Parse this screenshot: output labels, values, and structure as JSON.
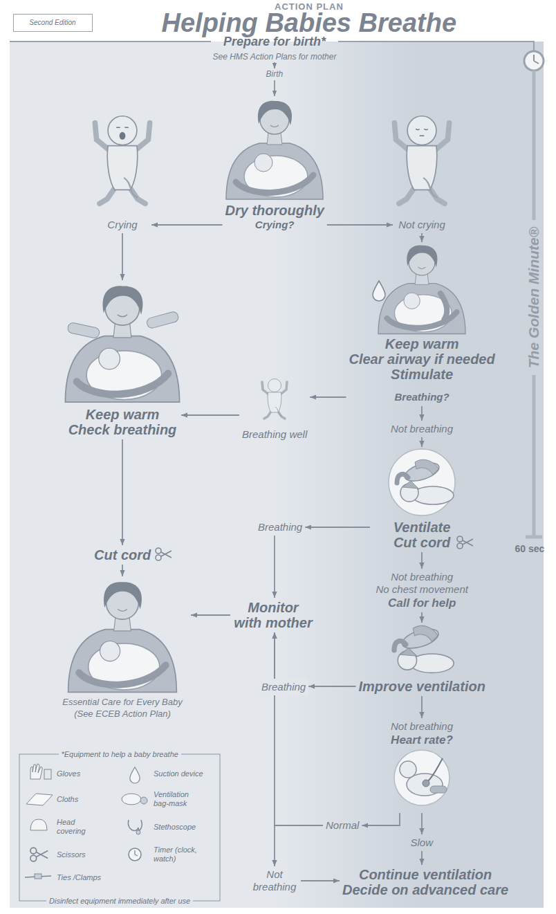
{
  "diagram": {
    "title": "Helping Babies Breathe",
    "nodes": [
      {
        "text": [
          "Second Edition"
        ]
      },
      {
        "text": [
          "Dry thoroughly",
          "Crying?"
        ]
      },
      {
        "text": [
          "Crying"
        ]
      },
      {
        "text": [
          "Not crying"
        ]
      },
      {
        "text": [
          "Keep warm",
          "Clear airway if needed",
          "Stimulate",
          "Breathing?"
        ]
      },
      {
        "text": [
          "Keep warm",
          "Check breathing"
        ]
      },
      {
        "text": [
          "Breathing well"
        ]
      },
      {
        "text": [
          "Not breathing"
        ]
      },
      {
        "text": [
          "Ventilate",
          "Cut cord"
        ]
      },
      {
        "text": [
          "Breathing"
        ]
      },
      {
        "text": [
          "Cut cord"
        ]
      },
      {
        "text": [
          "Monitor with mother"
        ]
      },
      {
        "text": [
          "Essential Care for Every Baby (See ECEB Action Plan)"
        ]
      },
      {
        "text": [
          "Not breathing",
          "No chest movement",
          "Call for help"
        ]
      },
      {
        "text": [
          "Improve ventilation"
        ]
      },
      {
        "text": [
          "Breathing"
        ]
      },
      {
        "text": [
          "Not breathing",
          "Heart rate?"
        ]
      },
      {
        "text": [
          "Normal"
        ]
      },
      {
        "text": [
          "Slow"
        ]
      },
      {
        "text": [
          "Not breathing"
        ]
      },
      {
        "text": [
          "Continue ventilation",
          "Decide on advanced care"
        ]
      }
    ],
    "edges": [
      {
        "from": 1,
        "to": 2,
        "arrow": "to"
      },
      {
        "from": 1,
        "to": 3,
        "arrow": "to"
      },
      {
        "from": 2,
        "to": 5,
        "arrow": "to"
      },
      {
        "from": 3,
        "to": 4,
        "arrow": "to"
      },
      {
        "from": 4,
        "to": 6,
        "arrow": "to"
      },
      {
        "from": 6,
        "to": 5,
        "arrow": "to"
      },
      {
        "from": 4,
        "to": 7,
        "arrow": "to"
      },
      {
        "from": 7,
        "to": 8,
        "arrow": "to"
      },
      {
        "from": 8,
        "to": 9,
        "arrow": "to"
      },
      {
        "from": 9,
        "to": 11,
        "arrow": "to"
      },
      {
        "from": 5,
        "to": 10,
        "arrow": "to"
      },
      {
        "from": 10,
        "to": 12,
        "arrow": "to"
      },
      {
        "from": 11,
        "to": 12,
        "arrow": "to"
      },
      {
        "from": 8,
        "to": 13,
        "arrow": "to"
      },
      {
        "from": 13,
        "to": 14,
        "arrow": "to"
      },
      {
        "from": 14,
        "to": 15,
        "arrow": "to"
      },
      {
        "from": 15,
        "to": 11,
        "arrow": "to"
      },
      {
        "from": 14,
        "to": 16,
        "arrow": "to"
      },
      {
        "from": 16,
        "to": 17,
        "arrow": "to"
      },
      {
        "from": 17,
        "to": 11,
        "arrow": "to"
      },
      {
        "from": 17,
        "to": 19,
        "arrow": "to"
      },
      {
        "from": 16,
        "to": 18,
        "arrow": "to"
      },
      {
        "from": 18,
        "to": 20,
        "arrow": "to"
      },
      {
        "from": 19,
        "to": 20,
        "arrow": "to"
      }
    ],
    "labels": [
      "ACTION PLAN",
      "Prepare for birth*",
      "See HMS Action Plans for mother",
      "Birth",
      "The Golden Minute®",
      "60 sec",
      "*Equipment to help a baby breathe",
      "Disinfect equipment immediately after use"
    ],
    "legend": [
      {
        "text": "Gloves"
      },
      {
        "text": "Cloths"
      },
      {
        "text": "Head covering"
      },
      {
        "text": "Scissors"
      },
      {
        "text": "Ties /Clamps"
      },
      {
        "text": "Suction device"
      },
      {
        "text": "Ventilation bag-mask"
      },
      {
        "text": "Stethoscope"
      },
      {
        "text": "Timer (clock, watch)"
      }
    ]
  }
}
